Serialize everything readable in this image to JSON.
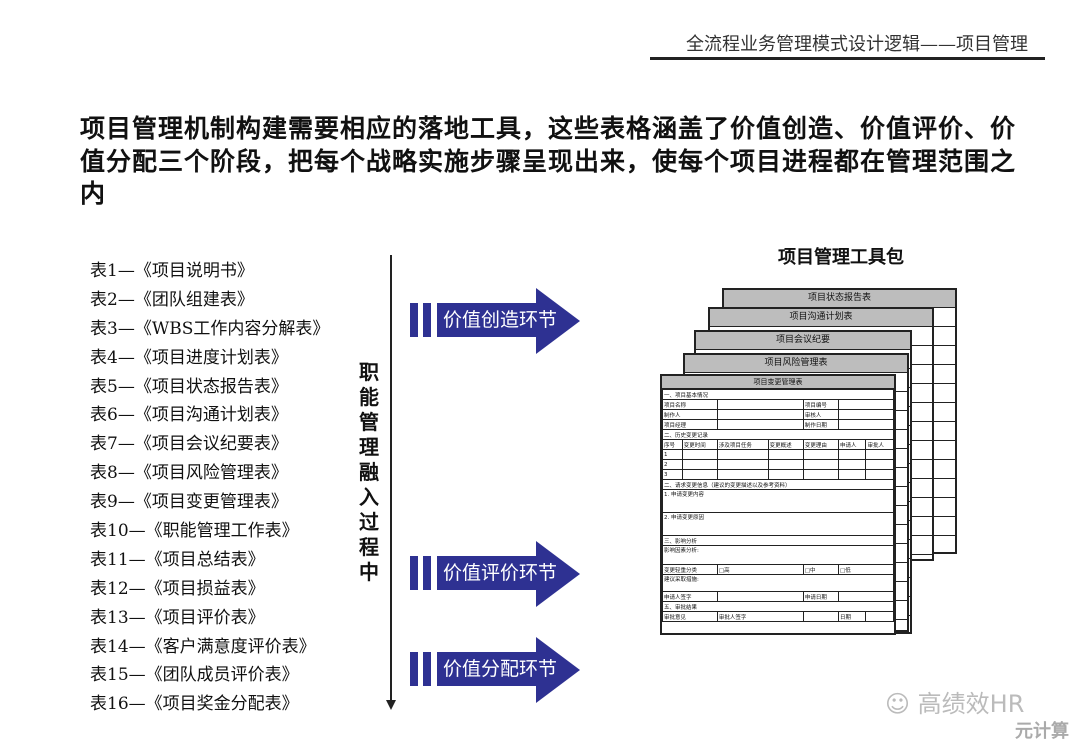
{
  "header": {
    "title": "全流程业务管理模式设计逻辑——项目管理"
  },
  "headline": "项目管理机制构建需要相应的落地工具，这些表格涵盖了价值创造、价值评价、价值分配三个阶段，把每个战略实施步骤呈现出来，使每个项目进程都在管理范围之内",
  "tables": [
    "表1—《项目说明书》",
    "表2—《团队组建表》",
    "表3—《WBS工作内容分解表》",
    "表4—《项目进度计划表》",
    "表5—《项目状态报告表》",
    "表6—《项目沟通计划表》",
    "表7—《项目会议纪要表》",
    "表8—《项目风险管理表》",
    "表9—《项目变更管理表》",
    "表10—《职能管理工作表》",
    "表11—《项目总结表》",
    "表12—《项目损益表》",
    "表13—《项目评价表》",
    "表14—《客户满意度评价表》",
    "表15—《团队成员评价表》",
    "表16—《项目奖金分配表》"
  ],
  "vertical_label": "职能管理融入过程中",
  "stages": [
    "价值创造环节",
    "价值评价环节",
    "价值分配环节"
  ],
  "accent": "#2e3192",
  "toolkit": {
    "title": "项目管理工具包",
    "forms": [
      "项目状态报告表",
      "项目沟通计划表",
      "项目会议纪要",
      "项目风险管理表"
    ],
    "front": {
      "title": "项目变更管理表",
      "s1": "一、项目基本情况",
      "r1": [
        "项目名称",
        "项目编号"
      ],
      "r2": [
        "制作人",
        "审核人"
      ],
      "r3": [
        "项目经理",
        "制作日期"
      ],
      "s2": "二、历史变更记录",
      "cols": [
        "序号",
        "变更时间",
        "涉及项目任务",
        "变更概述",
        "变更理由",
        "申请人",
        "审批人"
      ],
      "nums": [
        "1",
        "2",
        "3"
      ],
      "s3": "二、请求变更信息（建议的变更描述以及参考资料）",
      "q1": "1. 申请变更内容",
      "q2": "2. 申请变更原因",
      "s4": "三、影响分析",
      "impact": "影响因素分析:",
      "level": "变更轻重分类",
      "opts": [
        "□高",
        "□中",
        "□低"
      ],
      "advice": "建议采取措施:",
      "sign": [
        "申请人签字",
        "申请日期"
      ],
      "s5": "五、审批结果",
      "approve": [
        "审批意见",
        "审批人签字",
        "日期"
      ]
    }
  },
  "watermark": {
    "brand": "高绩效HR",
    "site": "元计算"
  }
}
